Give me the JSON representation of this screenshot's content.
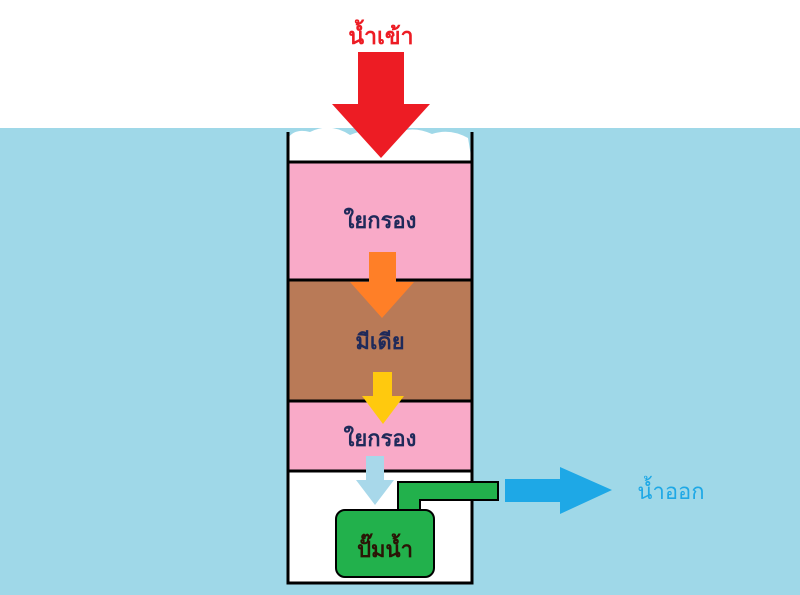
{
  "labels": {
    "water_in": "น้ำเข้า",
    "top_layer": "ใยกรอง",
    "middle_layer": "มีเดีย",
    "bottom_layer": "ใยกรอง",
    "pump": "ปั๊มน้ำ",
    "water_out": "น้ำออก"
  },
  "colors": {
    "water": "#9fd8e8",
    "foam": "#ffffff",
    "water_in_arrow": "#ed1c24",
    "filter_fiber": "#f9aac8",
    "media": "#b97a57",
    "orange_arrow": "#ff7f27",
    "yellow_arrow": "#ffc90e",
    "light_blue_arrow": "#a8d8ea",
    "pump": "#22b14c",
    "outlet_arrow": "#1ea8e6",
    "water_in_text": "#ed1c24",
    "water_out_text": "#1ea8e6",
    "layer_text": "#1f2a5a",
    "pump_text": "#2b1405"
  },
  "icons": {
    "water_in_arrow": "arrow-down",
    "flow_arrows": "arrow-down",
    "outlet_arrow": "arrow-right"
  }
}
